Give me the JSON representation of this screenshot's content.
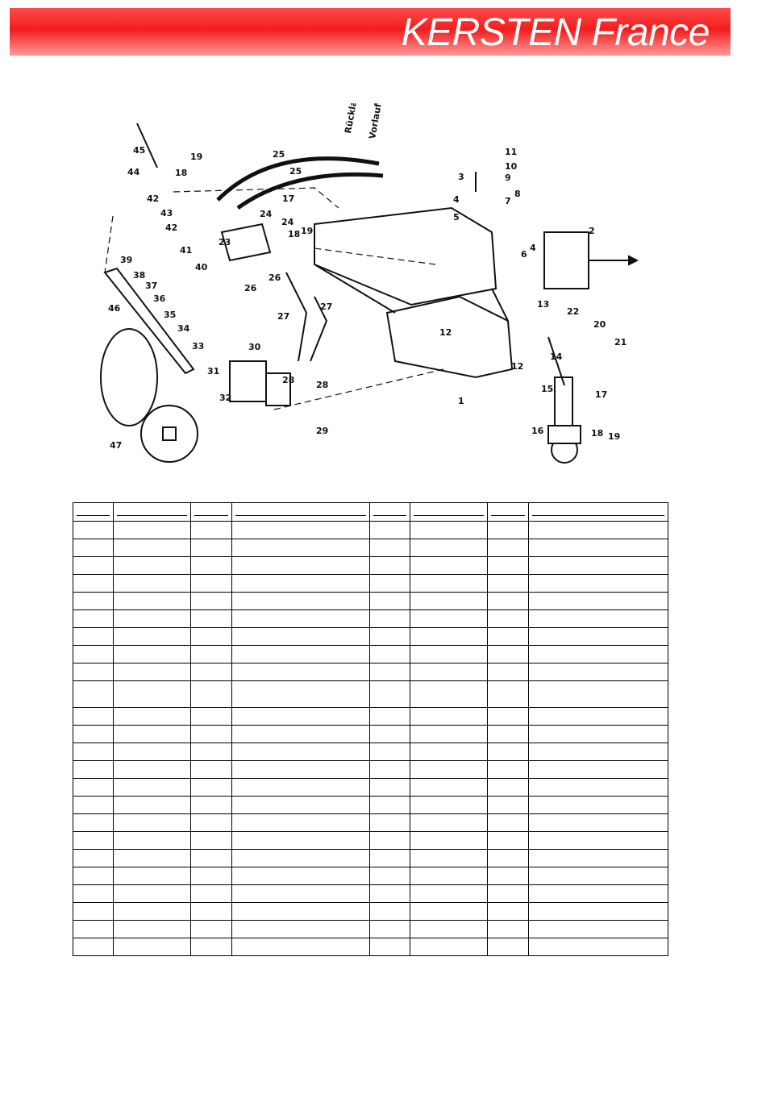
{
  "header": {
    "brand": "KERSTEN France"
  },
  "diagram": {
    "hose_labels": [
      "Rücklauf",
      "Vorlauf"
    ],
    "callouts": [
      "1",
      "2",
      "3",
      "4",
      "4",
      "5",
      "6",
      "7",
      "8",
      "9",
      "10",
      "11",
      "12",
      "12",
      "13",
      "14",
      "15",
      "16",
      "17",
      "17",
      "18",
      "18",
      "18",
      "19",
      "19",
      "19",
      "20",
      "21",
      "22",
      "23",
      "24",
      "24",
      "25",
      "25",
      "26",
      "26",
      "27",
      "27",
      "28",
      "28",
      "29",
      "30",
      "31",
      "32",
      "33",
      "34",
      "35",
      "36",
      "37",
      "38",
      "39",
      "40",
      "41",
      "42",
      "42",
      "43",
      "44",
      "45",
      "46",
      "47"
    ]
  },
  "colors": {
    "header_red": "#f21d1d",
    "header_text": "#ffffff",
    "line": "#000000"
  },
  "parts_table": {
    "columns": [
      "",
      "",
      "",
      "",
      "",
      "",
      "",
      ""
    ],
    "row_count": 24
  }
}
